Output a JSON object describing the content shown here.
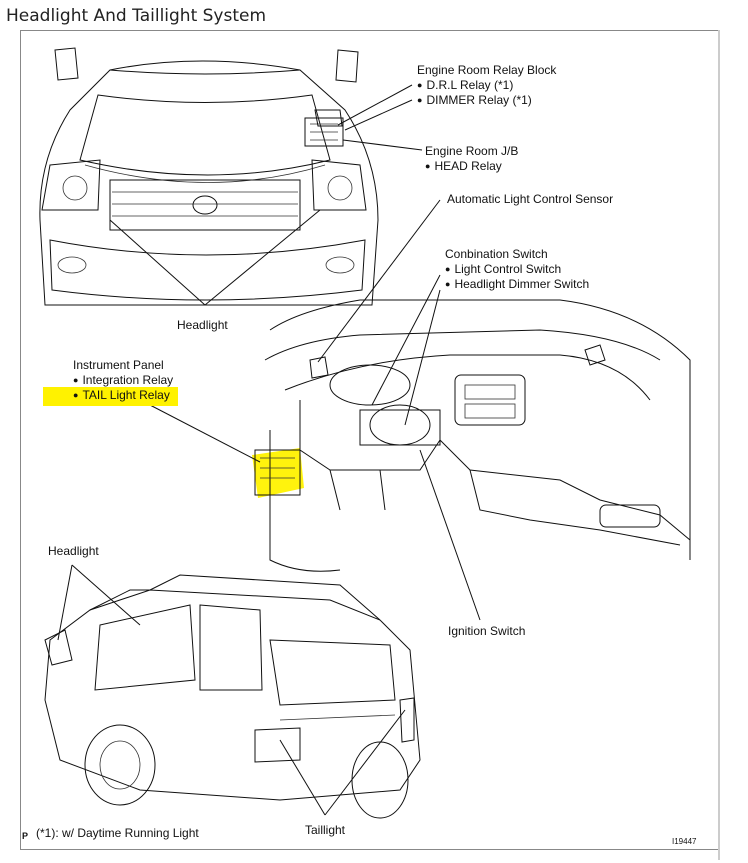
{
  "title": "Headlight And Taillight System",
  "labels": {
    "engine_room_relay_block": "Engine Room Relay Block",
    "drl_relay": "D.R.L Relay (*1)",
    "dimmer_relay": "DIMMER Relay (*1)",
    "engine_room_jb": "Engine Room J/B",
    "head_relay": "HEAD Relay",
    "auto_light_sensor": "Automatic Light Control Sensor",
    "combination_switch": "Conbination Switch",
    "light_control_switch": "Light Control Switch",
    "headlight_dimmer_switch": "Headlight Dimmer Switch",
    "headlight_top": "Headlight",
    "instrument_panel": "Instrument Panel",
    "integration_relay": "Integration Relay",
    "tail_light_relay": "TAIL Light Relay",
    "headlight_bottom": "Headlight",
    "ignition_switch": "Ignition Switch",
    "taillight": "Taillight",
    "footnote_marker": "P",
    "footnote": "(*1): w/ Daytime Running Light",
    "figure_id": "I19447"
  },
  "colors": {
    "highlight": "#fff200"
  }
}
